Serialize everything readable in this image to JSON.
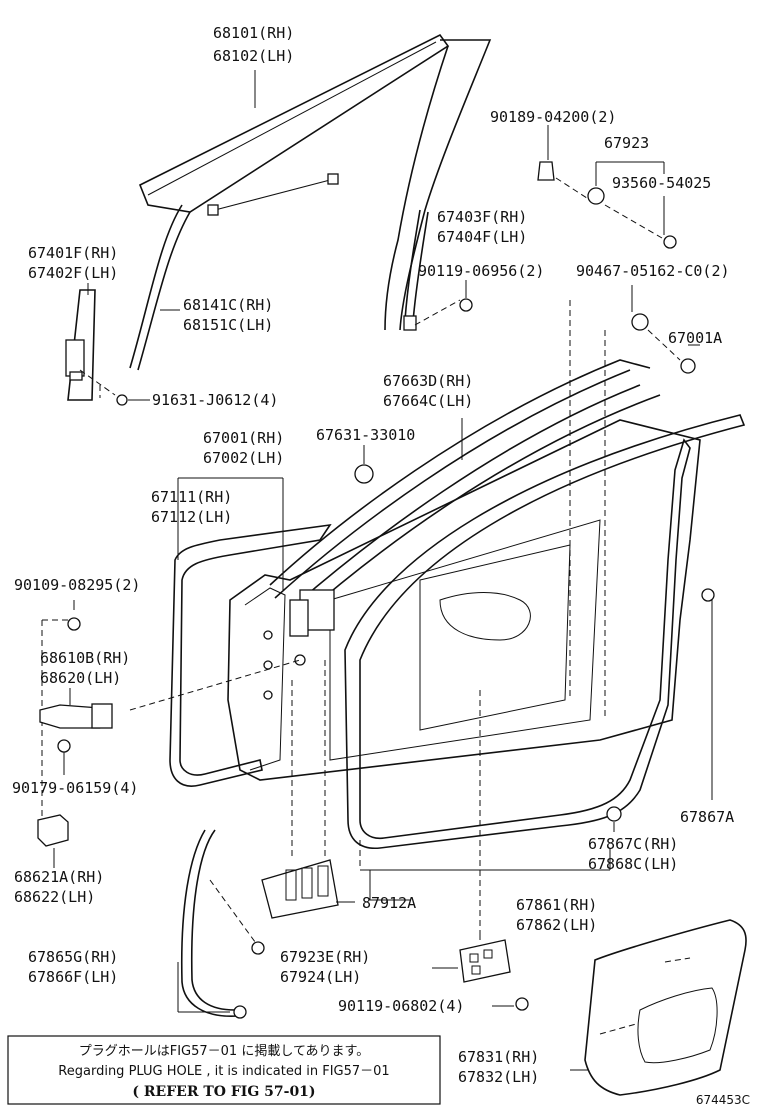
{
  "labels": {
    "glass": [
      "68101(RH)",
      "68102(LH)"
    ],
    "regulator": [
      "67401F(RH)",
      "67402F(LH)"
    ],
    "run_channel": [
      "68141C(RH)",
      "68151C(LH)"
    ],
    "bolt_91631": "91631-J0612(4)",
    "rear_channel": [
      "67403F(RH)",
      "67404F(LH)"
    ],
    "bolt_90119_a": "90119-06956(2)",
    "clip_90189": "90189-04200(2)",
    "cushion_67923": "67923",
    "bolt_93560": "93560-54025",
    "clip_90467": "90467-05162-C0(2)",
    "part_67001A": "67001A",
    "belt_weather": [
      "67663D(RH)",
      "67664C(LH)"
    ],
    "hole_plug": "67631-33010",
    "panel": [
      "67001(RH)",
      "67002(LH)"
    ],
    "outer_panel": [
      "67111(RH)",
      "67112(LH)"
    ],
    "bolt_90109": "90109-08295(2)",
    "check_assy": [
      "68610B(RH)",
      "68620(LH)"
    ],
    "nut_90179": "90179-06159(4)",
    "cover": [
      "68621A(RH)",
      "68622(LH)"
    ],
    "weatherstrip_67867A": "67867A",
    "clip_67867C": [
      "67867C(RH)",
      "67868C(LH)"
    ],
    "seal_87912A": "87912A",
    "weatherstrip": [
      "67861(RH)",
      "67862(LH)"
    ],
    "frame_seal": [
      "67865G(RH)",
      "67866F(LH)"
    ],
    "bracket": [
      "67923E(RH)",
      "67924(LH)"
    ],
    "bolt_90119_b": "90119-06802(4)",
    "service_hole_cover": [
      "67831(RH)",
      "67832(LH)"
    ]
  },
  "note": {
    "japanese": "プラグホールはFIG57－01 に掲載してあります。",
    "english": "Regarding PLUG HOLE , it is indicated in FIG57－01",
    "refer": "( REFER TO FIG 57-01)"
  },
  "figure_id": "674453C"
}
